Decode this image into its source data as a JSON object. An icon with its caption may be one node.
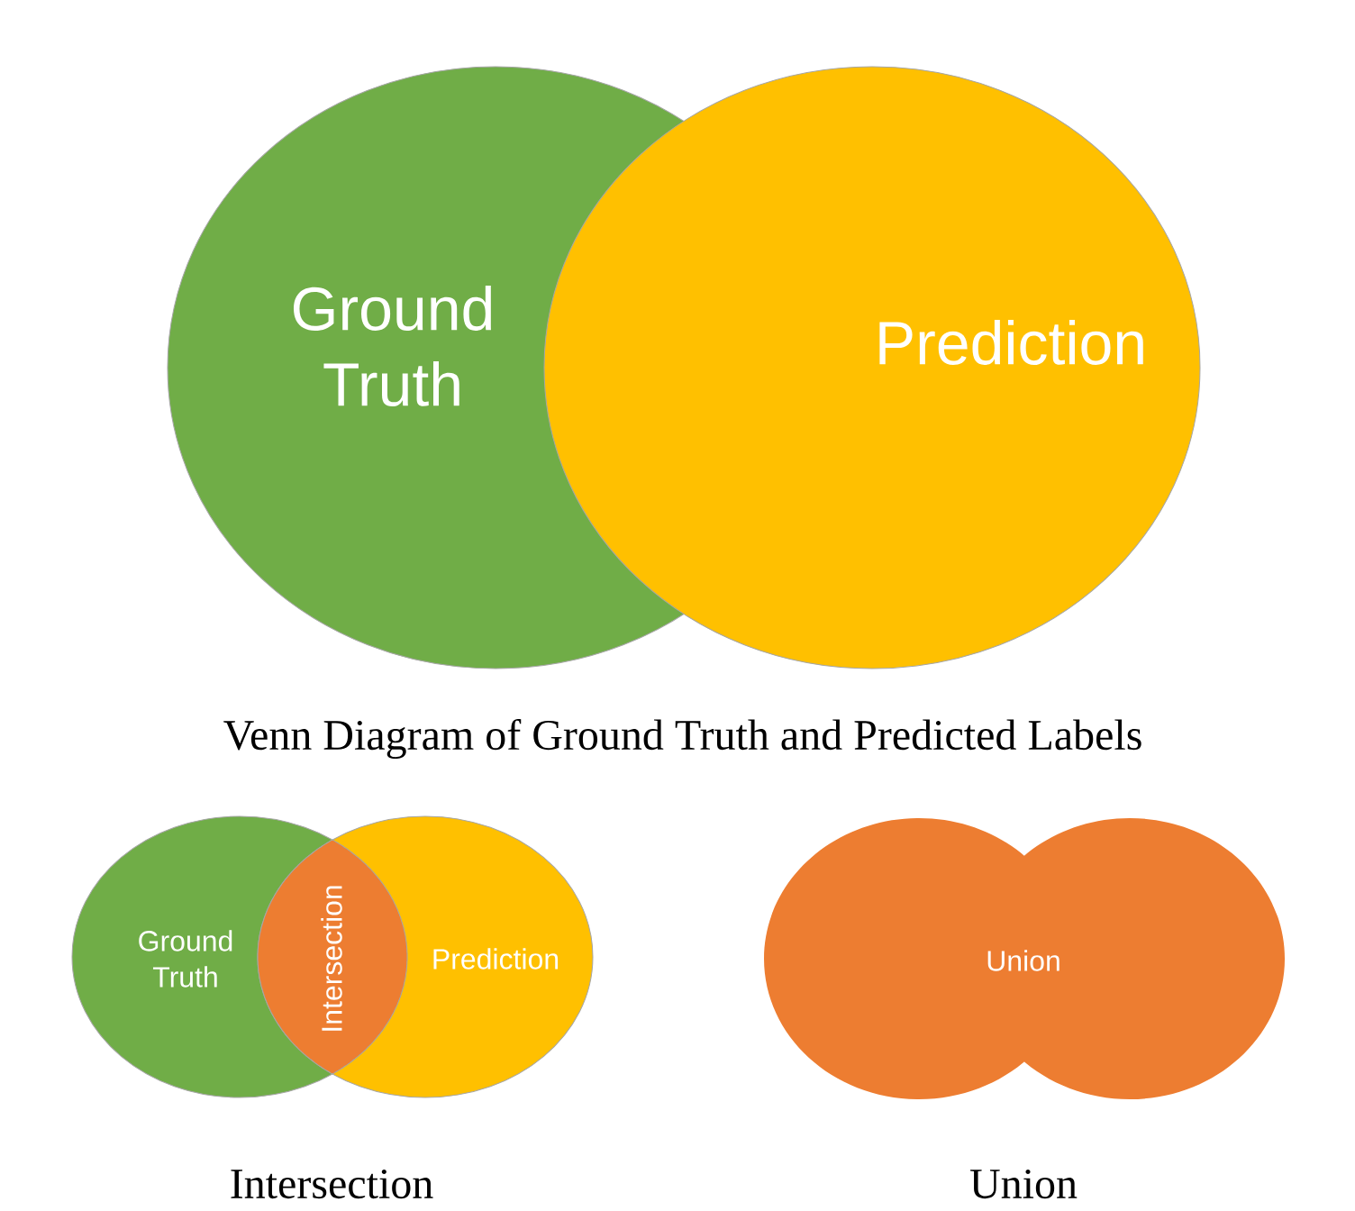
{
  "diagram": {
    "nodes": [
      {
        "text": [
          "Ground Truth"
        ]
      },
      {
        "text": [
          "Prediction"
        ]
      },
      {
        "text": [
          "Ground Truth"
        ]
      },
      {
        "text": [
          "Prediction"
        ]
      },
      {
        "text": [
          "Intersection"
        ]
      },
      {
        "text": [
          "Union"
        ]
      }
    ],
    "labels": [
      "Venn Diagram of Ground Truth and Predicted Labels",
      "Intersection",
      "Union"
    ]
  }
}
